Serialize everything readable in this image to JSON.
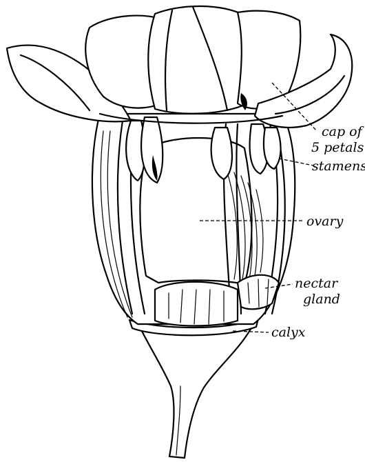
{
  "diagram": {
    "labels": {
      "cap_line1": "cap of",
      "cap_line2": "5 petals",
      "stamens": "stamens",
      "ovary": "ovary",
      "nectar_line1": "nectar",
      "nectar_line2": "gland",
      "calyx": "calyx"
    }
  }
}
